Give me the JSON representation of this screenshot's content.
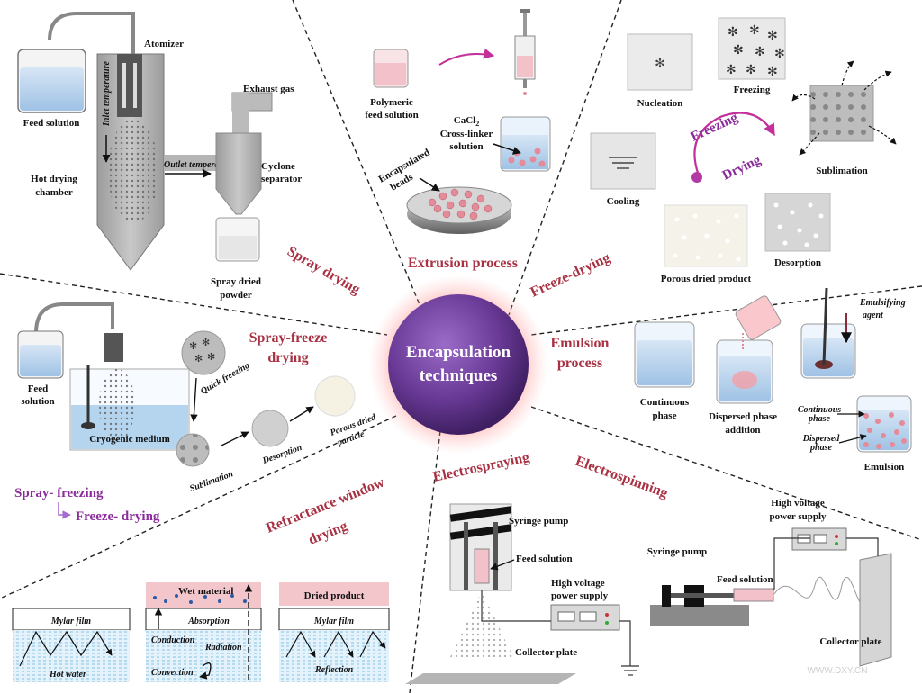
{
  "center": {
    "line1": "Encapsulation",
    "line2": "techniques"
  },
  "sections": {
    "spray_drying": "Spray drying",
    "extrusion": "Extrusion process",
    "freeze_drying": "Freeze-drying",
    "emulsion": {
      "line1": "Emulsion",
      "line2": "process"
    },
    "electrospinning": "Electrospinning",
    "electrospraying": "Electrospraying",
    "refractance": {
      "line1": "Refractance window",
      "line2": "drying"
    },
    "spray_freeze": {
      "line1": "Spray-freeze",
      "line2": "drying"
    }
  },
  "spray_drying": {
    "feed_solution": "Feed solution",
    "atomizer": "Atomizer",
    "exhaust_gas": "Exhaust gas",
    "inlet_temperature": "Inlet temperature",
    "outlet_temperature": "Outlet temperature",
    "hot_drying": "Hot drying",
    "chamber": "chamber",
    "cyclone": "Cyclone",
    "separator": "separator",
    "spray_dried": "Spray dried",
    "powder": "powder"
  },
  "extrusion": {
    "polymeric": "Polymeric",
    "feed_solution": "feed solution",
    "cacl2": "CaCl",
    "cacl2_sub": "2",
    "cross_linker": "Cross-linker",
    "solution": "solution",
    "encapsulated": "Encapsulated",
    "beads": "beads"
  },
  "freeze_drying": {
    "nucleation": "Nucleation",
    "freezing": "Freezing",
    "cooling": "Cooling",
    "sublimation": "Sublimation",
    "freezing_arrow": "Freezing",
    "drying_arrow": "Drying",
    "porous_dried_product": "Porous dried product",
    "desorption": "Desorption"
  },
  "emulsion": {
    "emulsifying": "Emulsifying",
    "agent": "agent",
    "continuous": "Continuous",
    "phase": "phase",
    "dispersed_addition_1": "Dispersed phase",
    "dispersed_addition_2": "addition",
    "continuous_small_1": "Continuous",
    "continuous_small_2": "phase",
    "dispersed_small_1": "Dispersed",
    "dispersed_small_2": "phase",
    "emulsion_label": "Emulsion"
  },
  "spray_freeze": {
    "feed": "Feed",
    "solution": "solution",
    "cryogenic": "Cryogenic medium",
    "quick_freezing": "Quick freezing",
    "sublimation": "Sublimation",
    "desorption": "Desorption",
    "porous_dried_1": "Porous dried",
    "porous_dried_2": "particle",
    "spray_freezing": "Spray- freezing",
    "freeze_drying": "Freeze- drying"
  },
  "refractance": {
    "mylar_film": "Mylar film",
    "hot_water": "Hot water",
    "wet_material": "Wet material",
    "absorption": "Absorption",
    "conduction": "Conduction",
    "radiation": "Radiation",
    "convection": "Convection",
    "dried_product": "Dried product",
    "mylar_film_2": "Mylar film",
    "reflection": "Reflection"
  },
  "electrospraying": {
    "syringe_pump": "Syringe pump",
    "feed_solution": "Feed solution",
    "high_voltage_1": "High voltage",
    "high_voltage_2": "power supply",
    "collector_plate": "Collector plate"
  },
  "electrospinning": {
    "high_voltage_1": "High voltage",
    "high_voltage_2": "power supply",
    "syringe_pump": "Syringe pump",
    "feed_solution": "Feed solution",
    "collector_plate": "Collector plate"
  },
  "watermark": "WWW.DXY.CN",
  "colors": {
    "accent_red": "#a83244",
    "purple_text": "#8a2c9a",
    "center_fill": "#6a3a97",
    "liquid_blue": "#c9dcf1",
    "bead_pink": "#e48a99"
  }
}
